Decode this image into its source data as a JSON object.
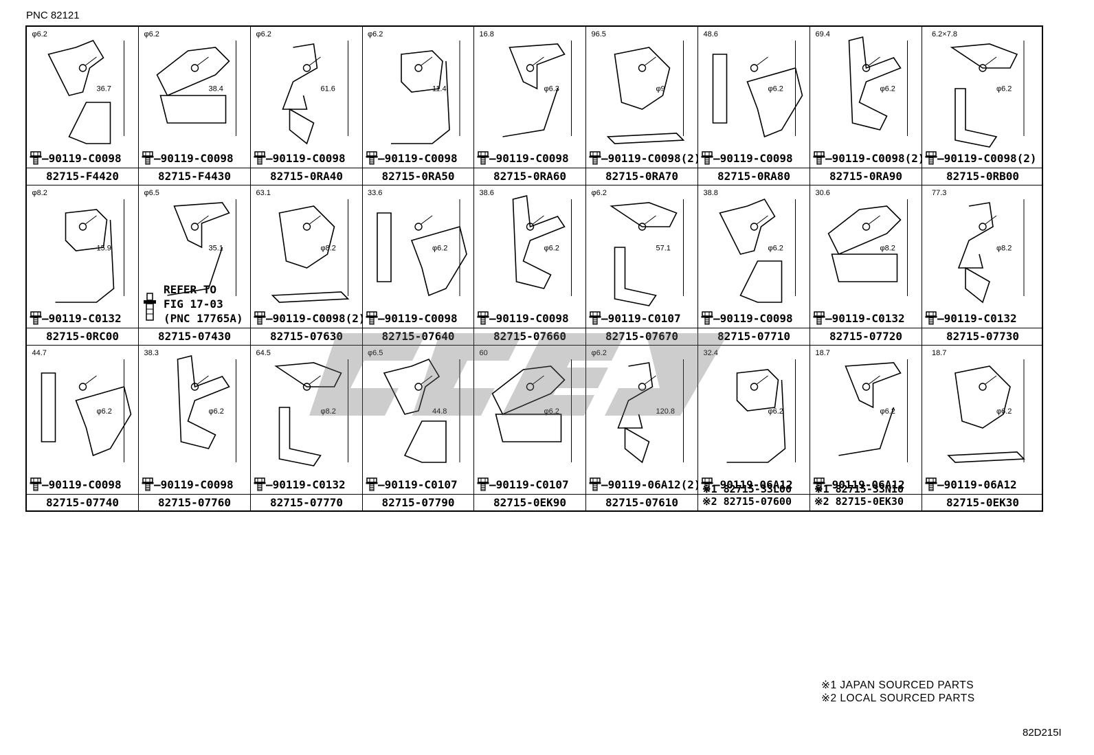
{
  "header": {
    "pnc": "PNC 82121"
  },
  "footer": {
    "note1": "※1 JAPAN SOURCED PARTS",
    "note2": "※2 LOCAL SOURCED PARTS",
    "code": "82D215I"
  },
  "refer_text": [
    "REFER TO",
    "FIG 17-03",
    "(PNC 17765A)"
  ],
  "rows": [
    [
      {
        "bolt": "90119-C0098",
        "part": "82715-F4420",
        "dims": [
          "φ6.2",
          "36.7"
        ]
      },
      {
        "bolt": "90119-C0098",
        "part": "82715-F4430",
        "dims": [
          "φ6.2",
          "38.4"
        ]
      },
      {
        "bolt": "90119-C0098",
        "part": "82715-0RA40",
        "dims": [
          "φ6.2",
          "61.6"
        ]
      },
      {
        "bolt": "90119-C0098",
        "part": "82715-0RA50",
        "dims": [
          "φ6.2",
          "11.4"
        ]
      },
      {
        "bolt": "90119-C0098",
        "part": "82715-0RA60",
        "dims": [
          "16.8",
          "φ6.3"
        ]
      },
      {
        "bolt": "90119-C0098(2)",
        "part": "82715-0RA70",
        "dims": [
          "96.5",
          "φ9"
        ]
      },
      {
        "bolt": "90119-C0098",
        "part": "82715-0RA80",
        "dims": [
          "48.6",
          "φ6.2"
        ]
      },
      {
        "bolt": "90119-C0098(2)",
        "part": "82715-0RA90",
        "dims": [
          "69.4",
          "φ6.2"
        ]
      },
      {
        "bolt": "90119-C0098(2)",
        "part": "82715-0RB00",
        "dims": [
          "6.2×7.8",
          "φ6.2"
        ]
      }
    ],
    [
      {
        "bolt": "90119-C0132",
        "part": "82715-0RC00",
        "dims": [
          "φ8.2",
          "15.9"
        ]
      },
      {
        "bolt": "",
        "part": "82715-07430",
        "dims": [
          "φ6.5",
          "35.1"
        ]
      },
      {
        "bolt": "90119-C0098(2)",
        "part": "82715-07630",
        "dims": [
          "63.1",
          "φ8.2"
        ]
      },
      {
        "bolt": "90119-C0098",
        "part": "82715-07640",
        "dims": [
          "33.6",
          "φ6.2"
        ]
      },
      {
        "bolt": "90119-C0098",
        "part": "82715-07660",
        "dims": [
          "38.6",
          "φ6.2"
        ]
      },
      {
        "bolt": "90119-C0107",
        "part": "82715-07670",
        "dims": [
          "φ6.2",
          "57.1"
        ]
      },
      {
        "bolt": "90119-C0098",
        "part": "82715-07710",
        "dims": [
          "38.8",
          "φ6.2"
        ]
      },
      {
        "bolt": "90119-C0132",
        "part": "82715-07720",
        "dims": [
          "30.6",
          "φ8.2"
        ]
      },
      {
        "bolt": "90119-C0132",
        "part": "82715-07730",
        "dims": [
          "77.3",
          "φ8.2"
        ]
      }
    ],
    [
      {
        "bolt": "90119-C0098",
        "part": "82715-07740",
        "dims": [
          "44.7",
          "φ6.2"
        ]
      },
      {
        "bolt": "90119-C0098",
        "part": "82715-07760",
        "dims": [
          "38.3",
          "φ6.2"
        ]
      },
      {
        "bolt": "90119-C0132",
        "part": "82715-07770",
        "dims": [
          "64.5",
          "φ8.2"
        ]
      },
      {
        "bolt": "90119-C0107",
        "part": "82715-07790",
        "dims": [
          "φ6.5",
          "44.8"
        ]
      },
      {
        "bolt": "90119-C0107",
        "part": "82715-0EK90",
        "dims": [
          "60",
          "φ6.2"
        ]
      },
      {
        "bolt": "90119-06A12(2)",
        "part": "82715-07610",
        "dims": [
          "φ6.2",
          "120.8"
        ]
      },
      {
        "bolt": "90119-06A12",
        "part": "",
        "part1": "※1 82715-33L00",
        "part2": "※2 82715-07600",
        "dims": [
          "32.4",
          "φ6.2"
        ]
      },
      {
        "bolt": "90119-06A12",
        "part": "",
        "part1": "※1 82715-33N10",
        "part2": "※2 82715-0EK30",
        "dims": [
          "18.7",
          "φ6.2"
        ]
      },
      {
        "bolt": "90119-06A12",
        "part": "82715-0EK30",
        "dims": [
          "18.7",
          "φ6.2"
        ]
      }
    ]
  ]
}
